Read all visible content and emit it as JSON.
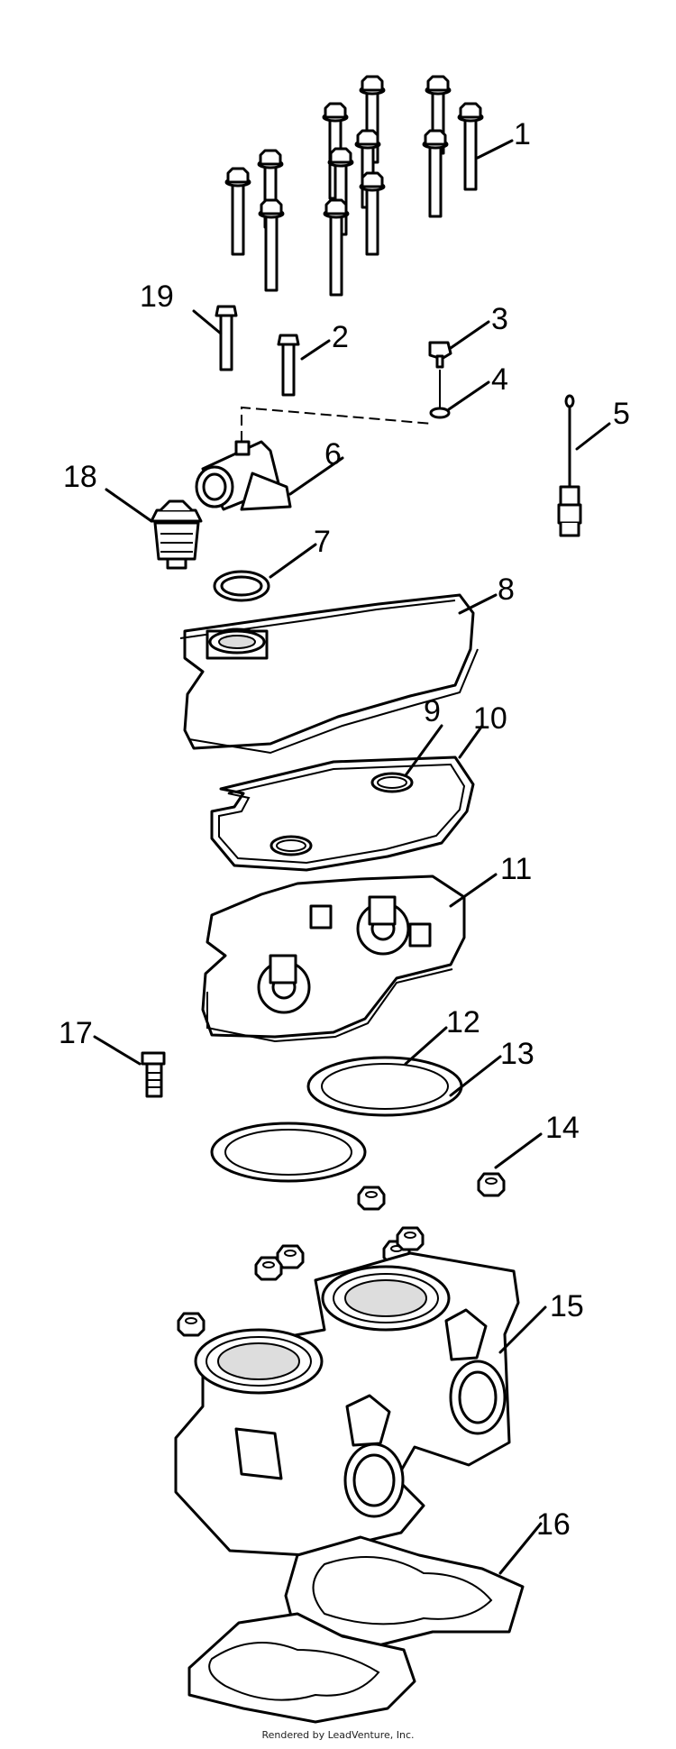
{
  "diagram": {
    "callouts": [
      "1",
      "2",
      "3",
      "4",
      "5",
      "6",
      "7",
      "8",
      "9",
      "10",
      "11",
      "12",
      "13",
      "14",
      "15",
      "16",
      "17",
      "18",
      "19"
    ]
  },
  "footer": {
    "credit": "Rendered by LeadVenture, Inc."
  }
}
